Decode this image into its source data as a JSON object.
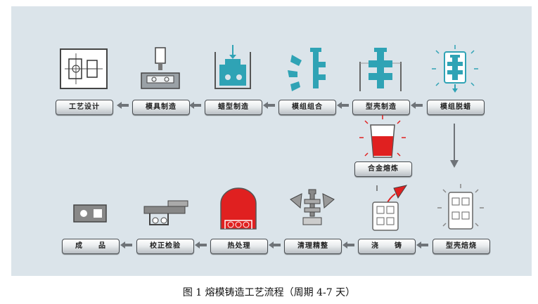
{
  "caption": "图 1  熔模铸造工艺流程（周期 4-7 天）",
  "steps": {
    "process_design": "工艺设计",
    "mold_making": "模具制造",
    "wax_pattern": "蜡型制造",
    "pattern_assembly": "模组组合",
    "shell_making": "型壳制造",
    "dewaxing": "模组脱蜡",
    "alloy_melting": "合金熔炼",
    "shell_roasting": "型壳焙烧",
    "pouring": "浇　　铸",
    "finishing": "清理精整",
    "heat_treatment": "热处理",
    "straightening": "校正检验",
    "product": "成　　品"
  },
  "colors": {
    "background": "#dbe4ea",
    "teal": "#2fa3b5",
    "red": "#e02020",
    "gray": "#6e7378"
  }
}
